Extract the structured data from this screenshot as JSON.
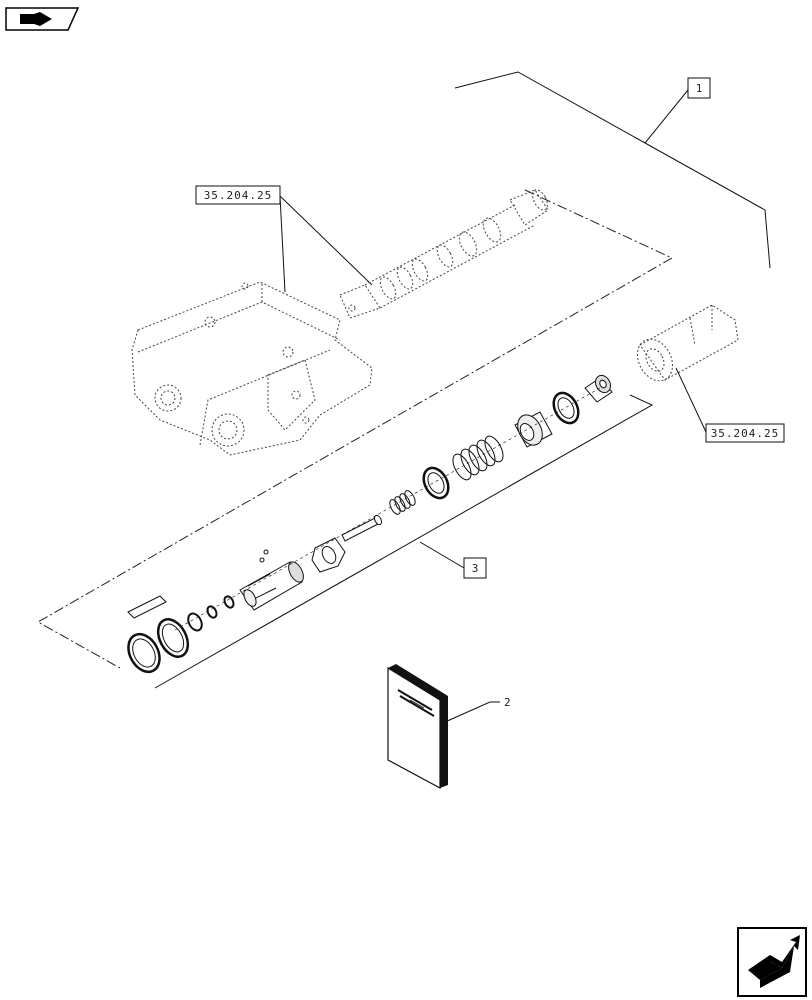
{
  "callouts": {
    "item_1": "1",
    "item_2": "2",
    "item_3": "3",
    "ref_upper": "35.204.25",
    "ref_lower": "35.204.25"
  },
  "icons": {
    "top_left": "back-arrow-icon",
    "bottom_right": "next-page-arrow-icon"
  },
  "colors": {
    "line": "#111111",
    "ghost": "#555555"
  }
}
